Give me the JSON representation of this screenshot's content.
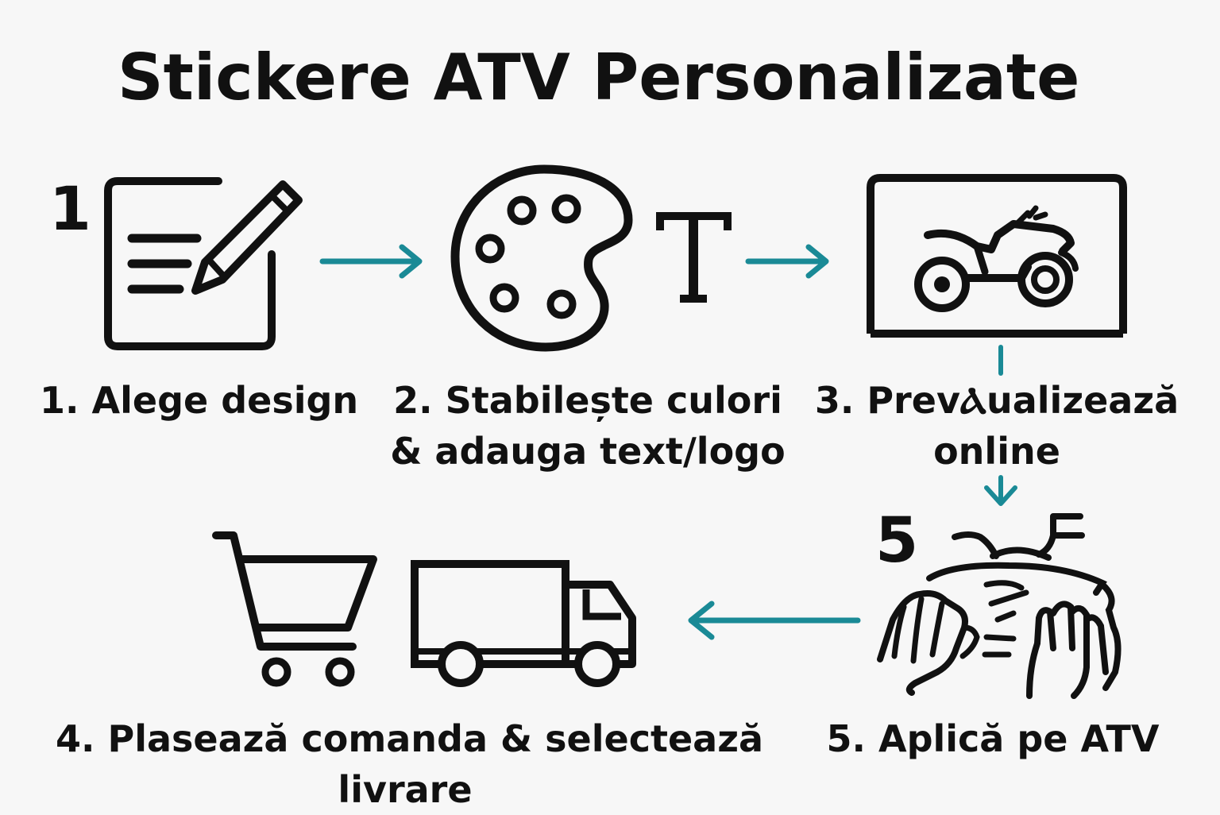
{
  "title": "Stickere ATV Personalizate",
  "accent_color": "#1a8a96",
  "steps": [
    {
      "number": "1",
      "label_line1": "1. Alege design",
      "label_line2": "",
      "icon": "pen-document-icon"
    },
    {
      "number": "",
      "label_line1": "2. Stabilește culori",
      "label_line2": "& adauga text/logo",
      "icons": [
        "palette-icon",
        "text-t-icon"
      ]
    },
    {
      "number": "",
      "label_line1": "3. PrevⲀualizează",
      "label_line2": "online",
      "icon": "monitor-atv-icon"
    },
    {
      "number": "",
      "label_line1": "4. Plasează comanda & selectează",
      "label_line2": "livrare",
      "icons": [
        "cart-icon",
        "truck-icon"
      ]
    },
    {
      "number": "5",
      "label_line1": "5. Aplică pe ATV",
      "label_line2": "",
      "icon": "hands-applying-icon"
    }
  ]
}
